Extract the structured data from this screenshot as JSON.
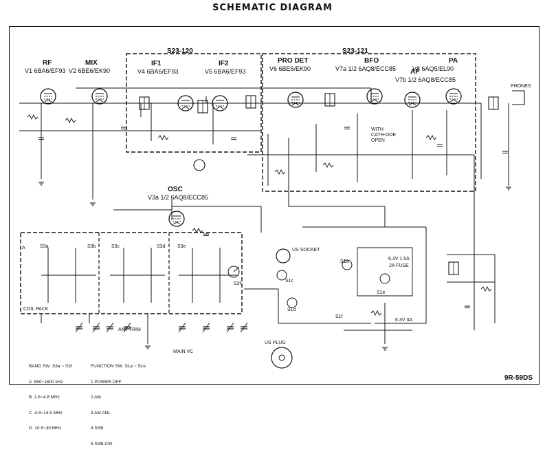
{
  "title": "SCHEMATIC DIAGRAM",
  "model": "9R-59DS",
  "boards": {
    "if_board": "S23-120",
    "det_board": "S23-121"
  },
  "stages": {
    "rf": {
      "name": "RF",
      "tube": "V1 6BA6/EF93"
    },
    "mix": {
      "name": "MIX",
      "tube": "V2 6BE6/EK90"
    },
    "if1": {
      "name": "IF1",
      "tube": "V4 6BA6/EF93"
    },
    "if2": {
      "name": "IF2",
      "tube": "V5 6BA6/EF93"
    },
    "prodet": {
      "name": "PRO DET",
      "tube": "V6 6BE6/EK90"
    },
    "bfo": {
      "name": "BFO",
      "tube": "V7a 1/2 6AQ8/ECC85"
    },
    "af": {
      "name": "AF",
      "tube": "V7b 1/2 6AQ8/ECC85"
    },
    "pa": {
      "name": "PA",
      "tube": "V8 6AQ5/EL90"
    },
    "osc": {
      "name": "OSC",
      "tube": "V3a 1/2 6AQ8/ECC85"
    }
  },
  "labels": {
    "phones": "PHONES",
    "coil_pack": "COIL PACK",
    "ant_trim": "ANT TRIM",
    "main_vc": "MAIN VC",
    "us_socket": "US SOCKET",
    "us_plug": "US PLUG",
    "with_cath": "WITH CATH-ODE OPEN",
    "fuse": "2A FUSE",
    "volt_a": "6.3V 1.5A",
    "volt_b": "6.3V 3A",
    "ant": "A"
  },
  "switch_labels": [
    "S3a",
    "S3b",
    "S3c",
    "S3d",
    "S3e",
    "S3f",
    "S1a",
    "S1c",
    "S1d",
    "S1e",
    "S1f"
  ],
  "band_legend": {
    "heading": "BAND SW  S3a ~ S3f",
    "items": [
      "A .550~1600 kHz",
      "B .1.6~4.8 MHz",
      "C .4.8~14.5 MHz",
      "D .10.5~30 MHz"
    ]
  },
  "function_legend": {
    "heading": "FUNCTION SW  S1a ~ S1e",
    "items": [
      "1 POWER OFF",
      "2 AM",
      "3 AM ANL",
      "4 SSB",
      "5 SSB-CW"
    ]
  }
}
